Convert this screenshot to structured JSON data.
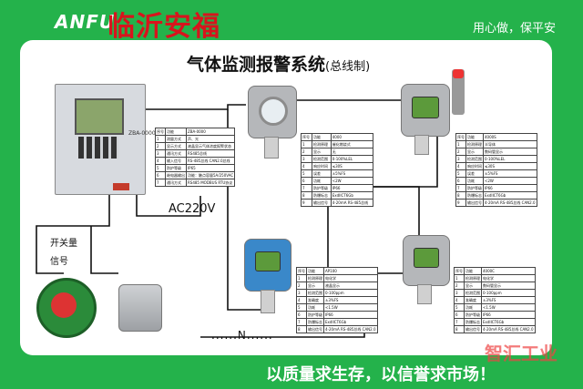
{
  "header": {
    "brand_logo": "ANFU",
    "brand_name": "临沂安福",
    "tagline": "用心做，保平安"
  },
  "title": {
    "main": "气体监测报警系统",
    "sub": "(总线制)"
  },
  "controller": {
    "model_code": "ZBA-0000"
  },
  "labels": {
    "power": "AC220V",
    "switch_signal_line1": "开关量",
    "switch_signal_line2": "信号",
    "continuation": "......N......"
  },
  "footer": {
    "slogan": "以质量求生存，以信誉求市场！",
    "watermark": "智汇工业"
  },
  "spec_tables": {
    "controller": {
      "header": [
        "序号",
        "功能",
        "ZBA-0000"
      ],
      "rows": [
        [
          "1",
          "测量方式",
          "声、光"
        ],
        [
          "2",
          "显示方式",
          "液晶显示气体浓度报警状态"
        ],
        [
          "3",
          "通讯方式",
          "RS485总线"
        ],
        [
          "4",
          "输入信号",
          "RS-485总线  CAN2.0总线"
        ],
        [
          "5",
          "防护等级",
          "IP65"
        ],
        [
          "6",
          "继电器输出",
          "功能：触点容量5A/250VAC"
        ],
        [
          "7",
          "通讯方式",
          "RS485 MODBUS RTU协议"
        ]
      ]
    },
    "det1": {
      "header": [
        "序号",
        "功能",
        "4000"
      ],
      "rows": [
        [
          "1",
          "检测原理",
          "催化燃烧式"
        ],
        [
          "2",
          "显示",
          "无"
        ],
        [
          "3",
          "检测范围",
          "0-100%LEL"
        ],
        [
          "4",
          "响应时间",
          "≤30S"
        ],
        [
          "5",
          "误差",
          "±5%FS"
        ],
        [
          "6",
          "功耗",
          "<2W"
        ],
        [
          "7",
          "防护等级",
          "IP66"
        ],
        [
          "8",
          "防爆标志",
          "ExdIICT6Gb"
        ],
        [
          "9",
          "输出信号",
          "4-20mA RS-485总线"
        ]
      ]
    },
    "det2": {
      "header": [
        "序号",
        "功能",
        "4000S"
      ],
      "rows": [
        [
          "1",
          "检测原理",
          "半导体"
        ],
        [
          "2",
          "显示",
          "数码管显示"
        ],
        [
          "3",
          "检测范围",
          "0-100%LEL"
        ],
        [
          "4",
          "响应时间",
          "≤30S"
        ],
        [
          "5",
          "误差",
          "±5%FS"
        ],
        [
          "6",
          "功耗",
          "<2W"
        ],
        [
          "7",
          "防护等级",
          "IP66"
        ],
        [
          "8",
          "防爆标志",
          "ExdIICT6Gb"
        ],
        [
          "9",
          "输出信号",
          "4-20mA RS-485总线 CAN2.0"
        ]
      ]
    },
    "det3": {
      "header": [
        "序号",
        "功能",
        "AP100"
      ],
      "rows": [
        [
          "1",
          "检测原理",
          "电化学"
        ],
        [
          "2",
          "显示",
          "液晶显示"
        ],
        [
          "3",
          "检测范围",
          "0-100ppm"
        ],
        [
          "4",
          "准确度",
          "±3%FS"
        ],
        [
          "5",
          "功耗",
          "<1.5W"
        ],
        [
          "6",
          "防护等级",
          "IP66"
        ],
        [
          "7",
          "防爆标志",
          "ExdIICT6Gb"
        ],
        [
          "8",
          "输出信号",
          "4-20mA RS-485总线 CAN2.0"
        ]
      ]
    },
    "det4": {
      "header": [
        "序号",
        "功能",
        "4000C"
      ],
      "rows": [
        [
          "1",
          "检测原理",
          "电化学"
        ],
        [
          "2",
          "显示",
          "数码管显示"
        ],
        [
          "3",
          "检测范围",
          "0-100ppm"
        ],
        [
          "4",
          "准确度",
          "±3%FS"
        ],
        [
          "5",
          "功耗",
          "<1.5W"
        ],
        [
          "6",
          "防护等级",
          "IP66"
        ],
        [
          "7",
          "防爆标志",
          "ExdIICT6Gb"
        ],
        [
          "8",
          "输出信号",
          "4-20mA RS-485总线 CAN2.0"
        ]
      ]
    }
  }
}
